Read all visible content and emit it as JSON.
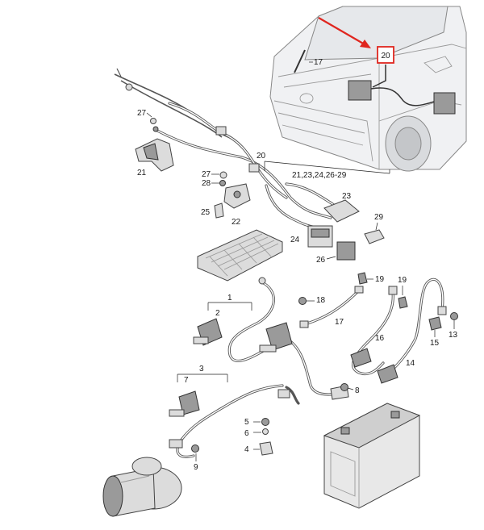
{
  "colors": {
    "highlight_box": "#e0261f",
    "arrow": "#e0261f",
    "line_art": "#444444",
    "part_fill": "#dcdcdc"
  },
  "callouts": {
    "c1": "1",
    "c2": "2",
    "c3": "3",
    "c4": "4",
    "c5": "5",
    "c6": "6",
    "c7": "7",
    "c8": "8",
    "c9": "9",
    "c13": "13",
    "c14": "14",
    "c15": "15",
    "c16": "16",
    "c17a": "17",
    "c17b": "17",
    "c18": "18",
    "c19a": "19",
    "c19b": "19",
    "c20a": "20",
    "c20b": "20",
    "c21": "21",
    "c22": "22",
    "c23": "23",
    "c24": "24",
    "c25": "25",
    "c26": "26",
    "c27a": "27",
    "c27b": "27",
    "c28": "28",
    "c29": "29",
    "group_20": "21,23,24,26-29"
  }
}
